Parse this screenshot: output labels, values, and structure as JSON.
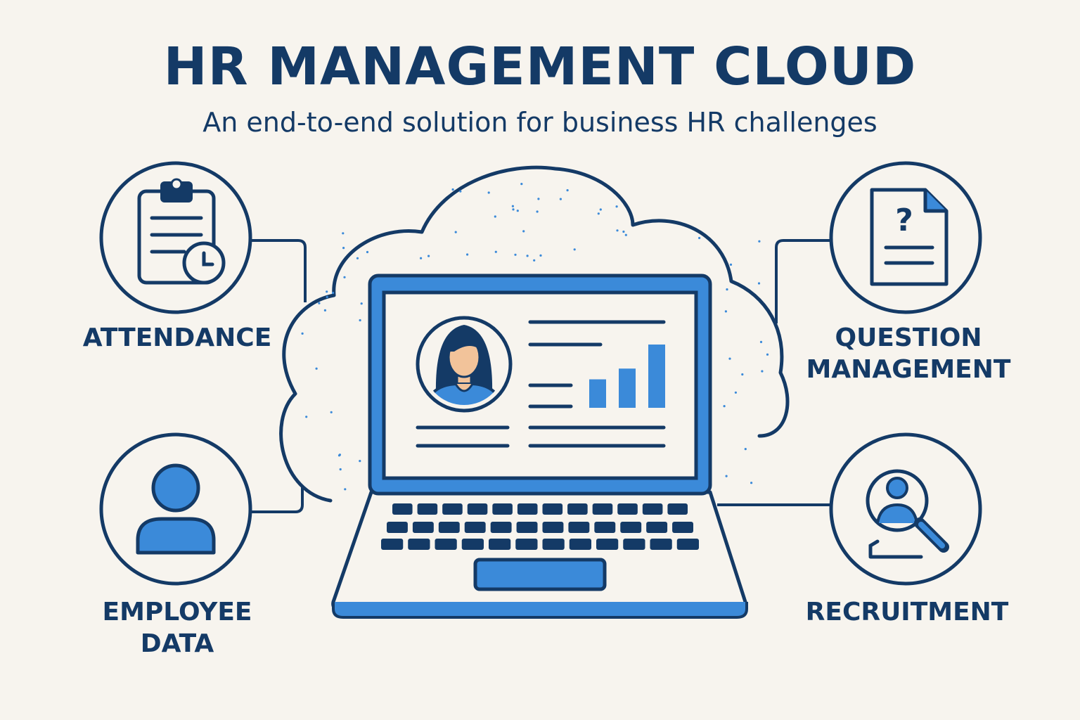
{
  "header": {
    "title": "HR MANAGEMENT CLOUD",
    "subtitle": "An end-to-end solution for business HR challenges"
  },
  "modules": {
    "attendance": {
      "label": "ATTENDANCE",
      "icon": "clipboard-clock-icon"
    },
    "question": {
      "label": "QUESTION\nMANAGEMENT",
      "icon": "question-document-icon"
    },
    "employee": {
      "label": "EMPLOYEE\nDATA",
      "icon": "person-icon"
    },
    "recruitment": {
      "label": "RECRUITMENT",
      "icon": "person-search-icon"
    }
  },
  "center": {
    "icon": "laptop-icon",
    "screen": "employee-dashboard",
    "chart_bars_relative": [
      0.45,
      0.62,
      1.0
    ]
  },
  "colors": {
    "navy": "#143a66",
    "blue": "#3b8ad9",
    "background": "#f7f4ee",
    "skin": "#f2c39a"
  }
}
